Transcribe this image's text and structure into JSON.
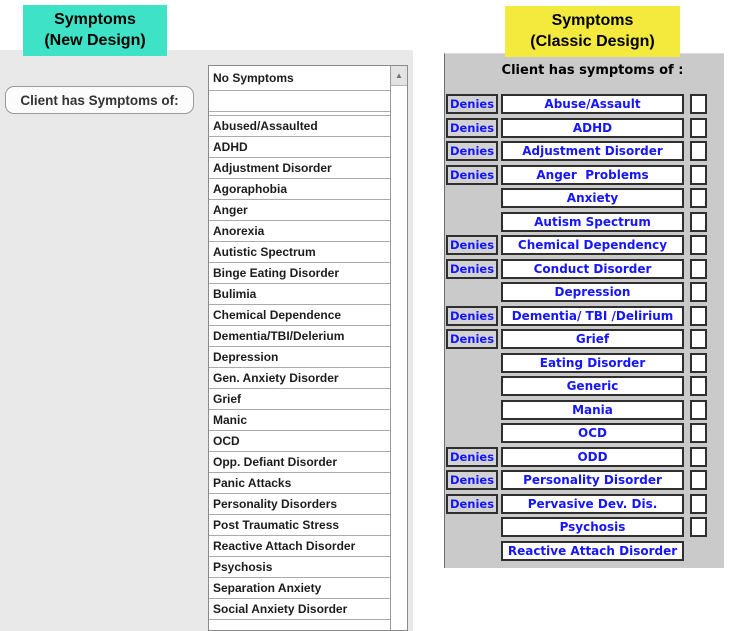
{
  "colors": {
    "new_design_highlight": "#3EE2C6",
    "classic_design_highlight": "#F4EA3E",
    "symptom_link_blue": "#1515FF",
    "left_panel_gray": "#E9E9E9",
    "right_panel_gray": "#CACACA"
  },
  "left_panel": {
    "header": {
      "line1": "Symptoms",
      "line2": "(New Design)"
    },
    "label": "Client has Symptoms of:",
    "listbox": {
      "scroll_up_glyph": "▲",
      "items": [
        "No Symptoms",
        "",
        "Abused/Assaulted",
        "ADHD",
        "Adjustment Disorder",
        "Agoraphobia",
        "Anger",
        "Anorexia",
        "Autistic Spectrum",
        "Binge Eating Disorder",
        "Bulimia",
        "Chemical Dependence",
        "Dementia/TBI/Delerium",
        "Depression",
        "Gen. Anxiety Disorder",
        "Grief",
        "Manic",
        "OCD",
        "Opp. Defiant Disorder",
        "Panic Attacks",
        "Personality Disorders",
        "Post Traumatic Stress",
        "Reactive Attach Disorder",
        "Psychosis",
        "Separation Anxiety",
        "Social Anxiety Disorder"
      ]
    }
  },
  "right_panel": {
    "header": {
      "line1": "Symptoms",
      "line2": "(Classic Design)"
    },
    "subtitle": "Client has symptoms of :",
    "denies_label": "Denies",
    "rows": [
      {
        "label": "Abuse/Assault",
        "denies": true,
        "checkbox": true
      },
      {
        "label": "ADHD",
        "denies": true,
        "checkbox": true
      },
      {
        "label": "Adjustment Disorder",
        "denies": true,
        "checkbox": true
      },
      {
        "label": "Anger  Problems",
        "denies": true,
        "checkbox": true
      },
      {
        "label": "Anxiety",
        "denies": false,
        "checkbox": true
      },
      {
        "label": "Autism Spectrum",
        "denies": false,
        "checkbox": true
      },
      {
        "label": "Chemical Dependency",
        "denies": true,
        "checkbox": true
      },
      {
        "label": "Conduct Disorder",
        "denies": true,
        "checkbox": true
      },
      {
        "label": "Depression",
        "denies": false,
        "checkbox": true
      },
      {
        "label": "Dementia/ TBI /Delirium",
        "denies": true,
        "checkbox": true
      },
      {
        "label": "Grief",
        "denies": true,
        "checkbox": true
      },
      {
        "label": "Eating Disorder",
        "denies": false,
        "checkbox": true
      },
      {
        "label": "Generic",
        "denies": false,
        "checkbox": true
      },
      {
        "label": "Mania",
        "denies": false,
        "checkbox": true
      },
      {
        "label": "OCD",
        "denies": false,
        "checkbox": true
      },
      {
        "label": "ODD",
        "denies": true,
        "checkbox": true
      },
      {
        "label": "Personality Disorder",
        "denies": true,
        "checkbox": true
      },
      {
        "label": "Pervasive Dev. Dis.",
        "denies": true,
        "checkbox": true
      },
      {
        "label": "Psychosis",
        "denies": false,
        "checkbox": true
      },
      {
        "label": "Reactive Attach Disorder",
        "denies": false,
        "checkbox": false
      }
    ]
  }
}
